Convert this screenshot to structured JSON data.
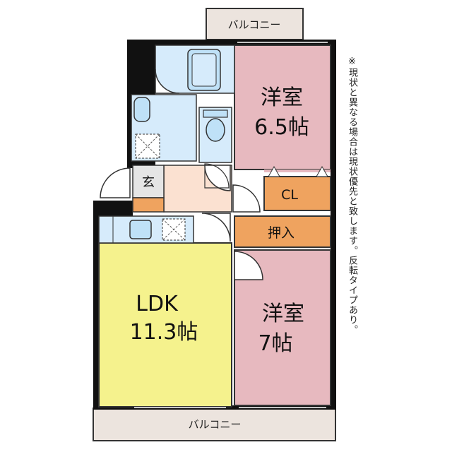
{
  "balconies": {
    "top": "バルコニー",
    "bottom": "バルコニー"
  },
  "rooms": {
    "western_upper": {
      "name": "洋室",
      "size": "6.5帖"
    },
    "western_lower": {
      "name": "洋室",
      "size": "7帖"
    },
    "ldk": {
      "name": "LDK",
      "size": "11.3帖"
    },
    "closet": "CL",
    "storage": "押入",
    "entrance": "玄"
  },
  "note": "※現状と異なる場合は現状優先と致します。反転タイプあり。",
  "colors": {
    "western": "#e7b9bf",
    "ldk": "#f5f28d",
    "storage": "#efa35f",
    "wet_area": "#d6ebfb",
    "hall": "#fbe1d1",
    "entrance": "#e5e5e5",
    "balcony": "#ece4de",
    "wall": "#111111"
  },
  "icons": [
    "bathtub-icon",
    "washbasin-icon",
    "toilet-icon",
    "washer-pan-icon",
    "kitchen-sink-icon",
    "stove-icon",
    "door-swing-icon"
  ]
}
